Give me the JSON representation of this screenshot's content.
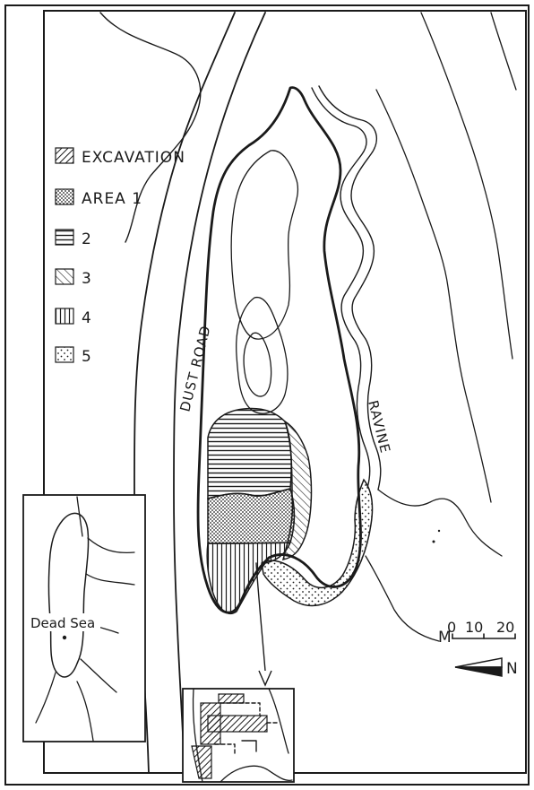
{
  "legend": [
    {
      "key": "excavation",
      "label": "EXCAVATION",
      "pattern": "diag-dense"
    },
    {
      "key": "area1",
      "label": "AREA 1",
      "pattern": "dots-dense"
    },
    {
      "key": "area2",
      "label": "2",
      "pattern": "horizontal"
    },
    {
      "key": "area3",
      "label": "3",
      "pattern": "diag-back"
    },
    {
      "key": "area4",
      "label": "4",
      "pattern": "vertical"
    },
    {
      "key": "area5",
      "label": "5",
      "pattern": "dots-sparse"
    }
  ],
  "labels": {
    "dust_road": "DUST ROAD",
    "ravine": "RAVINE",
    "dead_sea": "Dead Sea"
  },
  "scale": {
    "unit": "M",
    "ticks": [
      "0",
      "10",
      "20"
    ]
  },
  "north": "N",
  "colors": {
    "ink": "#1a1a1a",
    "paper": "#ffffff"
  }
}
